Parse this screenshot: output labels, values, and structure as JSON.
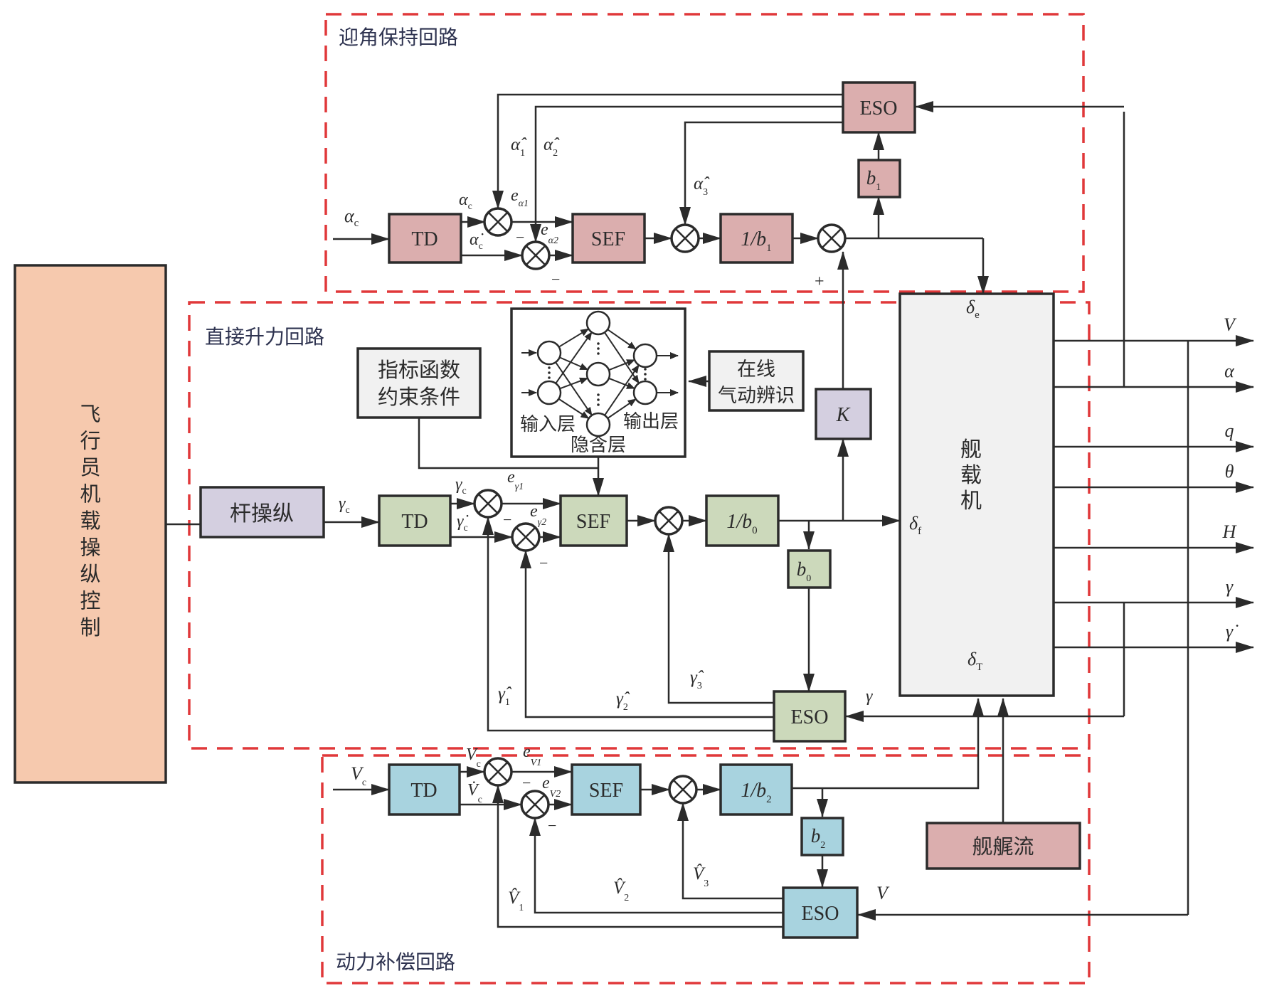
{
  "colors": {
    "alpha_loop": "#dbaeae",
    "gamma_loop": "#ccd9bb",
    "v_loop": "#a8d3df",
    "pilot": "#f6c9ae",
    "stick": "#d4cfe0",
    "k_block": "#d4cfe0",
    "plant": "#f1f1f1",
    "neutral": "#f1f1f1",
    "wake": "#dbaeae",
    "dashed_border": "#e0383a"
  },
  "regions": {
    "alpha": "迎角保持回路",
    "gamma": "直接升力回路",
    "v": "动力补偿回路"
  },
  "pilot": {
    "label": [
      "飞",
      "行",
      "员",
      "机",
      "载",
      "操",
      "纵",
      "控",
      "制"
    ]
  },
  "stick": {
    "label": "杆操纵"
  },
  "plant": {
    "label": [
      "舰",
      "载",
      "机"
    ],
    "input_e": "δ",
    "input_e_sub": "e",
    "input_f": "δ",
    "input_f_sub": "f",
    "input_t": "δ",
    "input_t_sub": "T"
  },
  "wake": {
    "label": "舰艉流"
  },
  "index_fn": {
    "line1": "指标函数",
    "line2": "约束条件"
  },
  "online_id": {
    "line1": "在线",
    "line2": "气动辨识"
  },
  "nn": {
    "input_layer": "输入层",
    "hidden_layer": "隐含层",
    "output_layer": "输出层"
  },
  "k_block": {
    "label": "K"
  },
  "alpha_loop": {
    "td": "TD",
    "sef": "SEF",
    "eso": "ESO",
    "inv_gain": "1/b",
    "inv_gain_sub": "1",
    "gain": "b",
    "gain_sub": "1",
    "input": "α",
    "input_sub": "c",
    "td_out1": "α",
    "td_out1_sub": "c",
    "td_out2": "α̇",
    "td_out2_sub": "c",
    "e1": "e",
    "e1_sub": "α1",
    "e2": "e",
    "e2_sub": "α2",
    "hat1": "α̂",
    "hat1_sub": "1",
    "hat2": "α̂",
    "hat2_sub": "2",
    "hat3": "α̂",
    "hat3_sub": "3",
    "minus": "−",
    "plus": "+"
  },
  "gamma_loop": {
    "td": "TD",
    "sef": "SEF",
    "eso": "ESO",
    "inv_gain": "1/b",
    "inv_gain_sub": "0",
    "gain": "b",
    "gain_sub": "0",
    "input": "γ",
    "input_sub": "c",
    "td_out1": "γ",
    "td_out1_sub": "c",
    "td_out2": "γ̇",
    "td_out2_sub": "c",
    "e1": "e",
    "e1_sub": "γ1",
    "e2": "e",
    "e2_sub": "γ2",
    "hat1": "γ̂",
    "hat1_sub": "1",
    "hat2": "γ̂",
    "hat2_sub": "2",
    "hat3": "γ̂",
    "hat3_sub": "3",
    "feedback": "γ",
    "minus": "−"
  },
  "v_loop": {
    "td": "TD",
    "sef": "SEF",
    "eso": "ESO",
    "inv_gain": "1/b",
    "inv_gain_sub": "2",
    "gain": "b",
    "gain_sub": "2",
    "input": "V",
    "input_sub": "c",
    "td_out1": "V",
    "td_out1_sub": "c",
    "td_out2": "V̇",
    "td_out2_sub": "c",
    "e1": "e",
    "e1_sub": "V1",
    "e2": "e",
    "e2_sub": "V2",
    "hat1": "V̂",
    "hat1_sub": "1",
    "hat2": "V̂",
    "hat2_sub": "2",
    "hat3": "V̂",
    "hat3_sub": "3",
    "feedback": "V",
    "minus": "−"
  },
  "outputs": [
    "V",
    "α",
    "q",
    "θ",
    "H",
    "γ",
    "γ̇"
  ]
}
